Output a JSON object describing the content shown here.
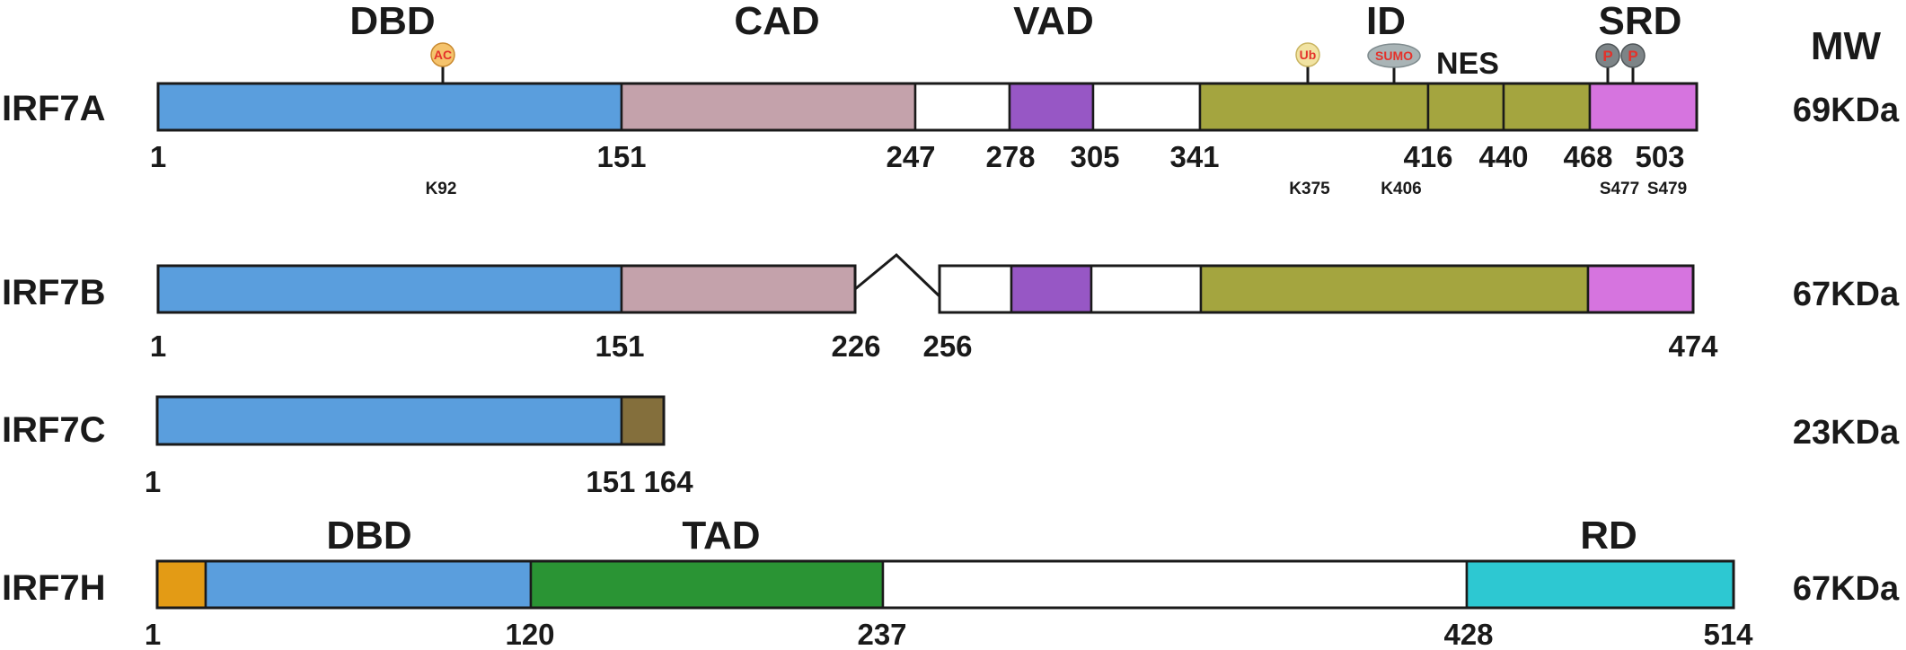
{
  "header": {
    "mw_title": "MW"
  },
  "colors": {
    "dbd": "#5a9edd",
    "cad": "#c4a2ab",
    "vad": "#9757c5",
    "id": "#a4a53f",
    "srd": "#d674df",
    "empty": "#ffffff",
    "irf7c_tail": "#846f3c",
    "n_term": "#e39b15",
    "tad": "#2a9434",
    "rd": "#2dc8d2",
    "ac_badge": "#f5c36c",
    "ub_badge": "#f1e3a2",
    "sumo_badge": "#a9b4b6",
    "p_badge": "#7d8487"
  },
  "domains_top": {
    "dbd": "DBD",
    "cad": "CAD",
    "vad": "VAD",
    "id": "ID",
    "nes": "NES",
    "srd": "SRD"
  },
  "domains_h": {
    "dbd": "DBD",
    "tad": "TAD",
    "rd": "RD"
  },
  "rows": [
    {
      "name": "IRF7A",
      "mw": "69KDa",
      "positions": [
        "1",
        "151",
        "247",
        "278",
        "305",
        "341",
        "416",
        "440",
        "468",
        "503"
      ]
    },
    {
      "name": "IRF7B",
      "mw": "67KDa",
      "positions": [
        "1",
        "151",
        "226",
        "256",
        "474"
      ]
    },
    {
      "name": "IRF7C",
      "mw": "23KDa",
      "positions": [
        "1",
        "151 164"
      ]
    },
    {
      "name": "IRF7H",
      "mw": "67KDa",
      "positions": [
        "1",
        "120",
        "237",
        "428",
        "514"
      ]
    }
  ],
  "modifications": [
    {
      "label": "AC",
      "site": "K92"
    },
    {
      "label": "Ub",
      "site": "K375"
    },
    {
      "label": "SUMO",
      "site": "K406"
    },
    {
      "label": "P",
      "site": "S477"
    },
    {
      "label": "P",
      "site": "S479"
    }
  ]
}
